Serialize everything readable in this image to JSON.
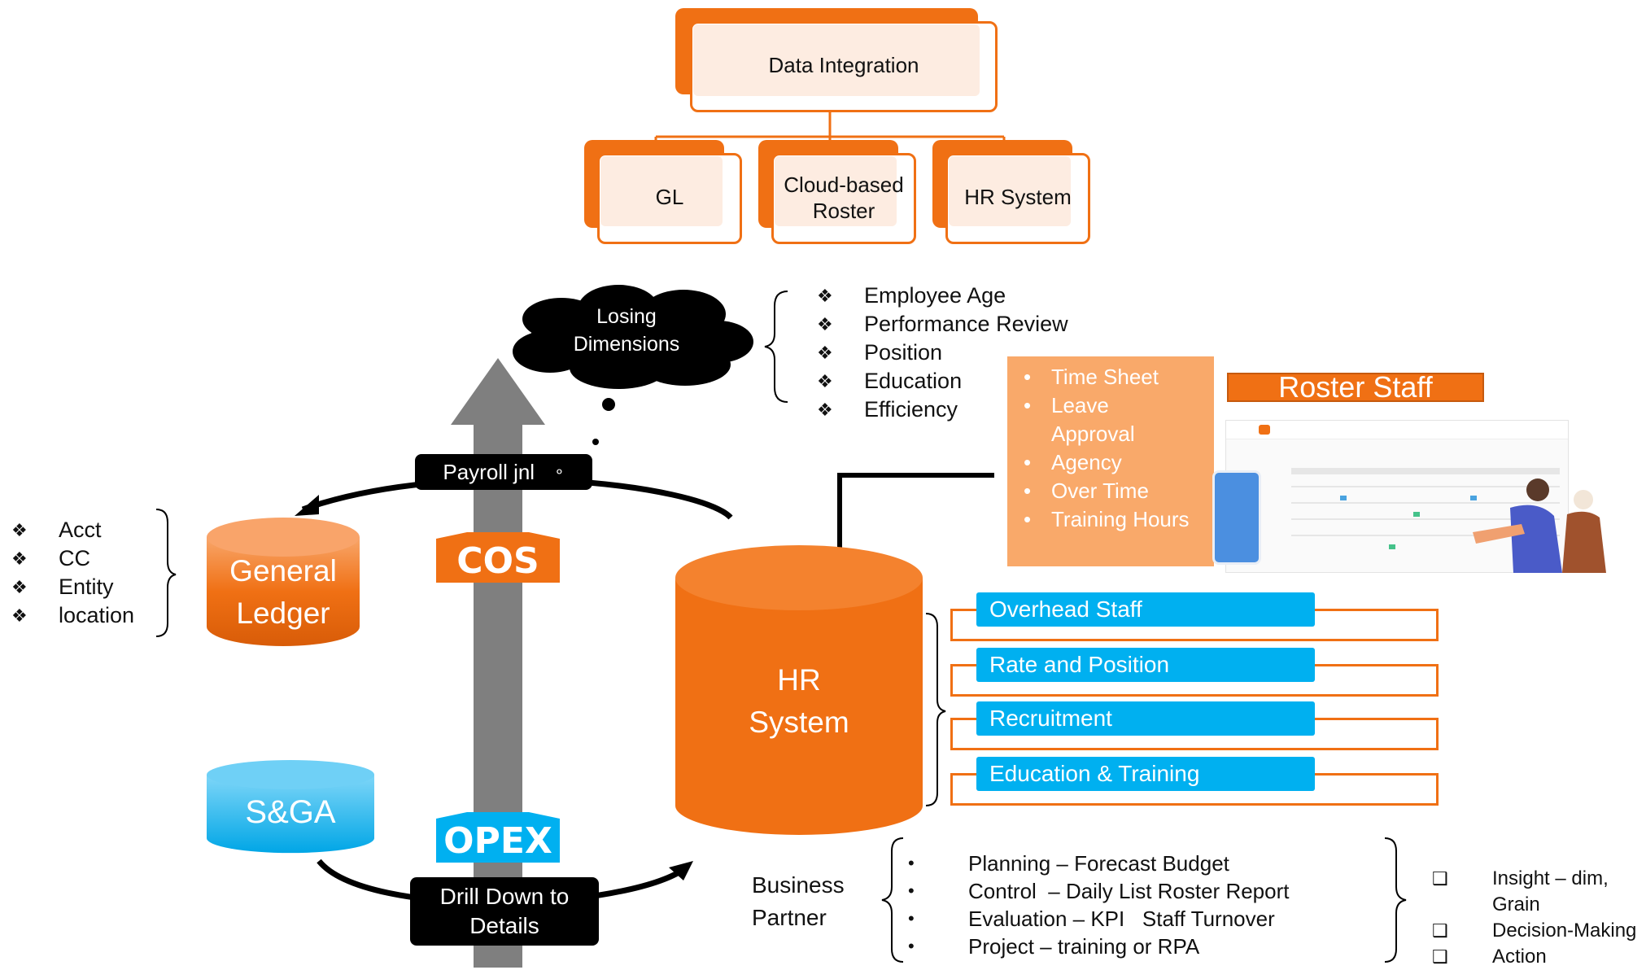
{
  "integration": {
    "top": "Data Integration",
    "children": [
      "GL",
      "Cloud-based\nRoster",
      "HR System"
    ]
  },
  "cloud": {
    "label": "Losing\nDimensions"
  },
  "dimensions": [
    "Employee Age",
    "Performance Review",
    "Position",
    "Education",
    "Efficiency"
  ],
  "gl_dims": [
    "Acct",
    "CC",
    "Entity",
    "location"
  ],
  "general_ledger": {
    "label": "General\nLedger"
  },
  "sga": {
    "label": "S&GA"
  },
  "payroll": {
    "label": "Payroll jnl"
  },
  "cos": {
    "label": "COS"
  },
  "opex": {
    "label": "OPEX"
  },
  "drill": {
    "label": "Drill Down to\nDetails"
  },
  "hr_system": {
    "label": "HR\nSystem"
  },
  "roster": {
    "title": "Roster Staff",
    "items": [
      "Time Sheet",
      "Leave\nApproval",
      "Agency",
      "Over Time",
      "Training Hours"
    ]
  },
  "hr_modules": [
    "Overhead Staff",
    "Rate and Position",
    "Recruitment",
    "Education & Training"
  ],
  "business_partner": {
    "label": "Business\nPartner",
    "items": [
      "Planning – Forecast Budget",
      "Control  – Daily List Roster Report",
      "Evaluation – KPI   Staff Turnover",
      "Project – training or RPA"
    ]
  },
  "outcomes": [
    "Insight – dim,\nGrain",
    "Decision-Making",
    "Action"
  ],
  "colors": {
    "orange": "#f07014",
    "blue": "#00b0f0",
    "gray": "#7f7f7f",
    "black": "#000000"
  }
}
